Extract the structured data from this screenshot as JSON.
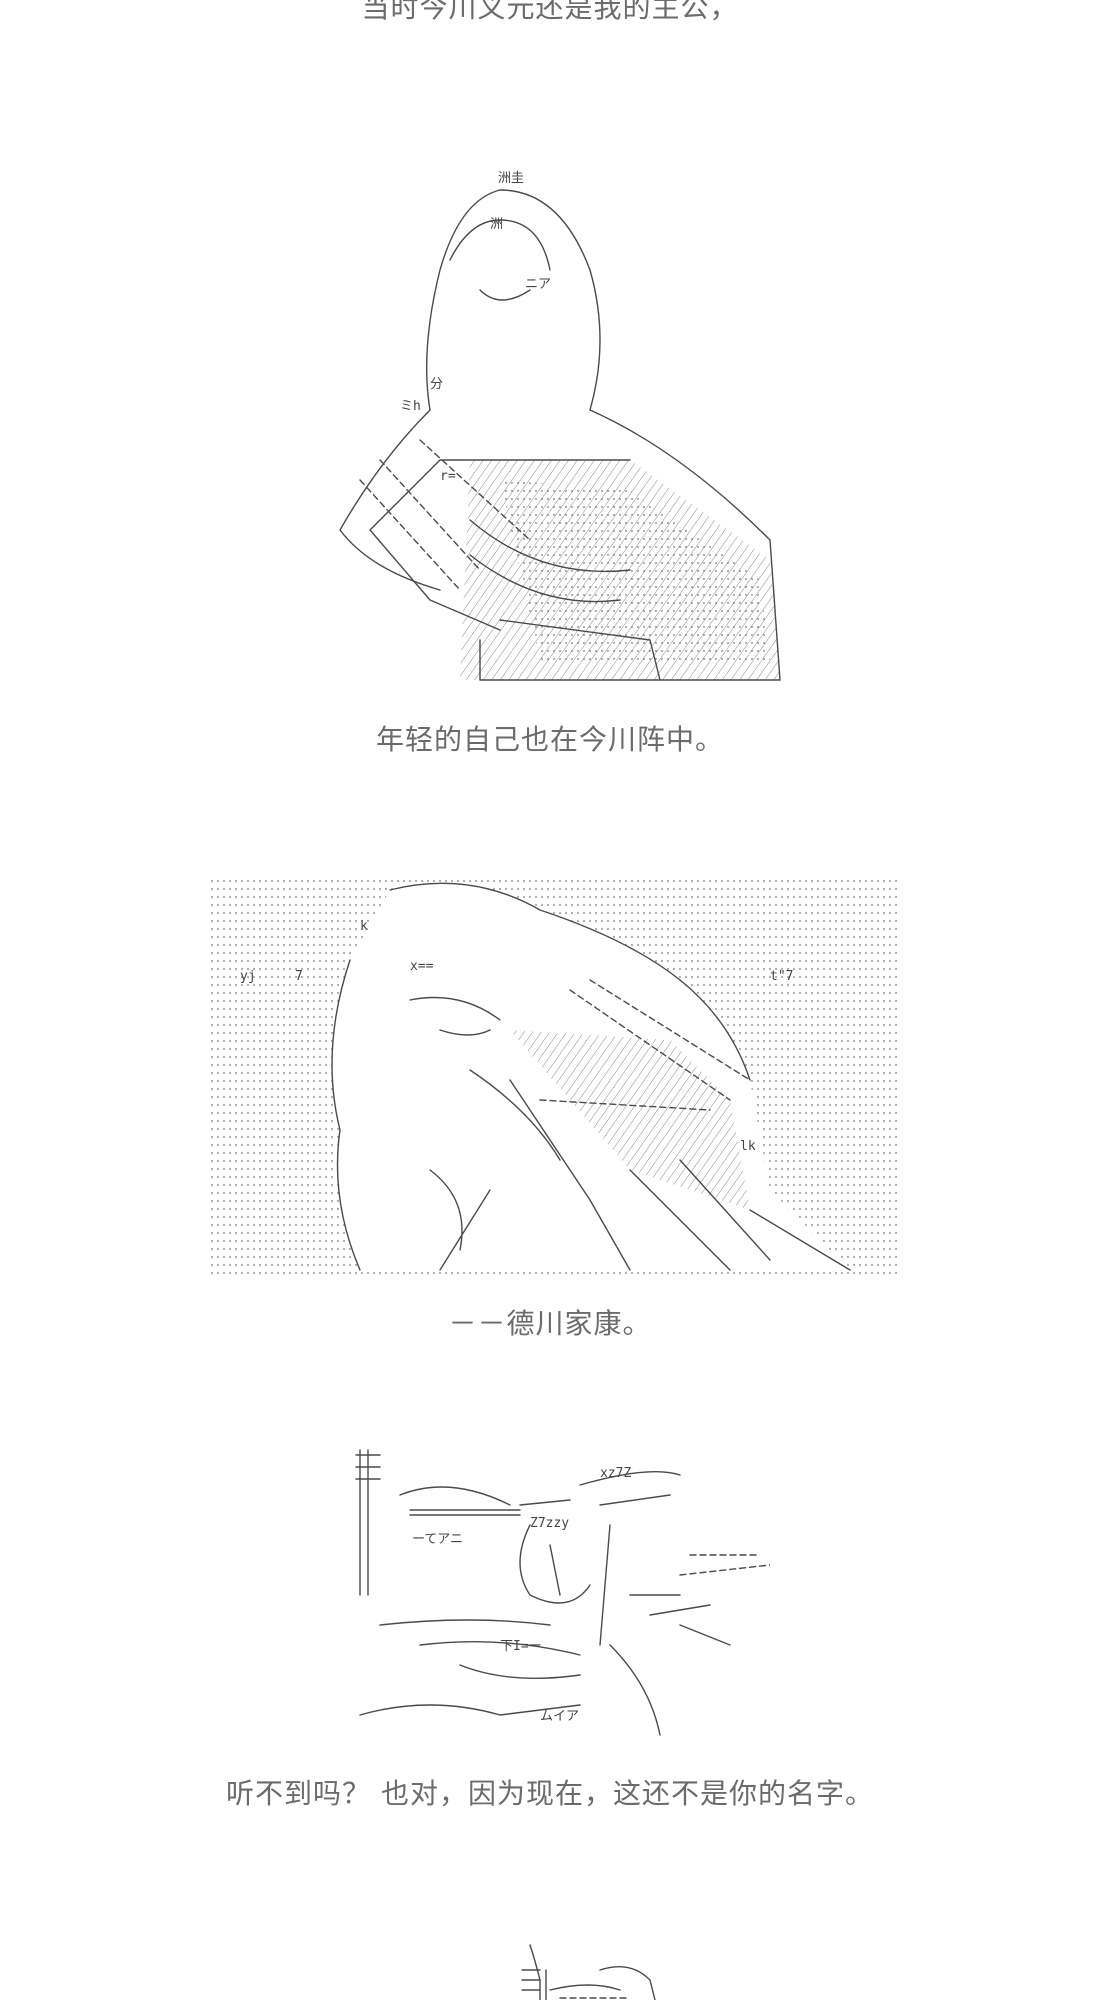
{
  "captions": [
    "当时今川义元还是我的主公，",
    "年轻的自己也在今川阵中。",
    "－－德川家康。",
    "听不到吗？ 也对，因为现在，这还不是你的名字。"
  ],
  "art1": {
    "labels": [
      "洲圭",
      "洲",
      "ニア",
      "分",
      "ミh",
      "r="
    ]
  },
  "art2": {
    "labels": [
      "k",
      "yj",
      "7",
      "t\"7",
      "lk",
      "x=="
    ]
  },
  "art3": {
    "labels": [
      "xz7Z",
      "Z7zzy",
      "ーてアニ",
      "下I=ー",
      "ムイア"
    ]
  },
  "colors": {
    "background": "#ffffff",
    "caption": "#6b6b6b",
    "ink": "#4a4a4a"
  }
}
